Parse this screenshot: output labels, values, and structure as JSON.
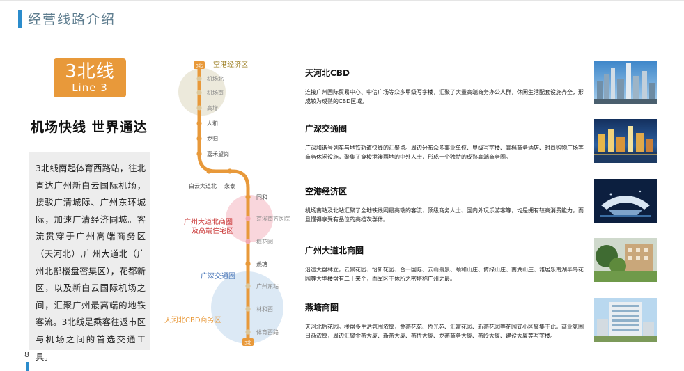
{
  "header": {
    "title": "经营线路介绍"
  },
  "badge": {
    "main": "3北线",
    "sub": "Line 3"
  },
  "slogan": "机场快线 世界通达",
  "intro": "3北线南起体育西路站，往北直达广州新白云国际机场，接驳广清城际、广州东环城际，加速广清经济同城。客流贯穿于广州高端商务区（天河北）,广州大道北（广州北部楼盘密集区），花都新区，以及新白云国际机场之间，汇聚广州最高端的地铁客流。3北线是乘客往返市区与机场之间的首选交通工具。",
  "page_number": "8",
  "route_map": {
    "terminal_top": "3北",
    "terminal_bottom": "3北",
    "stations": [
      {
        "name": "机场北",
        "muted": true
      },
      {
        "name": "机场南",
        "muted": true
      },
      {
        "name": "高增",
        "muted": true
      },
      {
        "name": "人和",
        "muted": false
      },
      {
        "name": "龙归",
        "muted": false
      },
      {
        "name": "嘉禾望岗",
        "muted": false
      },
      {
        "name": "白云大道北",
        "muted": false
      },
      {
        "name": "永泰",
        "muted": false
      },
      {
        "name": "同和",
        "muted": false
      },
      {
        "name": "京溪南方医院",
        "muted": true
      },
      {
        "name": "梅花园",
        "muted": true
      },
      {
        "name": "燕塘",
        "muted": false
      },
      {
        "name": "广州东站",
        "muted": true
      },
      {
        "name": "林和西",
        "muted": true
      },
      {
        "name": "体育西路",
        "muted": true
      }
    ],
    "zones": [
      {
        "label": "空港经济区",
        "color": "#9a7b1c"
      },
      {
        "label": "广州大道北商圈",
        "label2": "及高端住宅区",
        "color": "#c8302f"
      },
      {
        "label": "广深交通圈",
        "color": "#3f6fb5"
      },
      {
        "label": "天河北CBD商务区",
        "color": "#e8993a"
      }
    ],
    "line_color": "#e8993a"
  },
  "areas": [
    {
      "title": "天河北CBD",
      "desc": "连接广州国际贸易中心、中信广场等众多甲级写字楼，汇聚了大量高端商务办公人群，休闲生活配套设施齐全，形成较为成熟的CBD区域。",
      "image_icon": "city-skyline-photo"
    },
    {
      "title": "广深交通圈",
      "desc": "广深和谐号列车与地铁轨道快线的汇聚点。周边分布众多事业单位、甲级写字楼、高档商务酒店、时尚购物广场等商务休闲设施，聚集了穿梭港澳两地的中外人士，形成一个独特的成熟高端商务圈。",
      "image_icon": "night-city-photo"
    },
    {
      "title": "空港经济区",
      "desc": "机场南站及北站汇聚了全地铁线网最高端的客流，顶级商务人士、国内外玩乐游客等，均是拥有较高消费能力，而且懂得享受有品位的高档次群体。",
      "image_icon": "airport-terminal-photo"
    },
    {
      "title": "广州大道北商圈",
      "desc": "沿途大盘林立，云景花园、怡新花园、合一国际、云山熹景、颐和山庄、倚绿山庄、南湖山庄、雅居乐南湖半岛花园等大型楼盘有二十来个，而军区干休所之密堪称广州之最。",
      "image_icon": "residential-garden-photo"
    },
    {
      "title": "燕塘商圈",
      "desc": "天河北后花园。楼盘多生活氛围浓厚，金燕花苑、侨光苑、汇富花园、新燕花园等花园式小区聚集于此。商业氛围日渐浓厚，周边汇聚金燕大厦、新燕大厦、燕侨大厦、龙燕商务大厦、燕岭大厦、建设大厦等写字楼。",
      "image_icon": "office-tower-photo"
    }
  ]
}
